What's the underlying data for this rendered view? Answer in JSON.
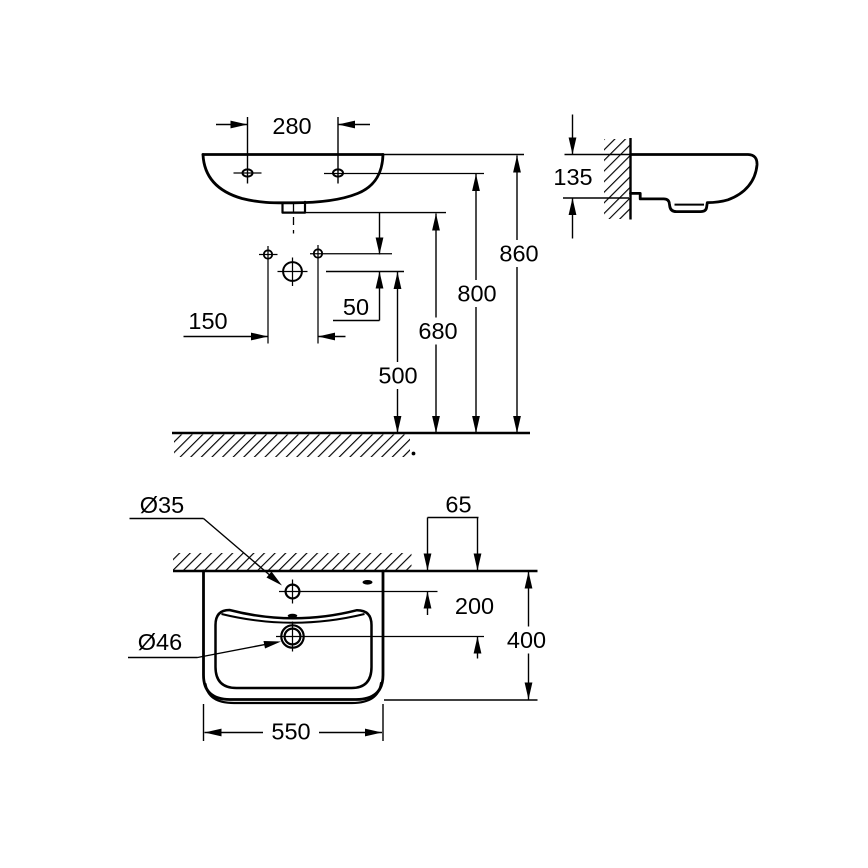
{
  "drawing_labels": {
    "front_view": {
      "bolt_spacing": "280",
      "height_rim": "860",
      "height_bolt_holes": "800",
      "height_basin_bottom": "680",
      "height_drain_outlet": "500",
      "supply_spacing": "150",
      "drain_offset": "50"
    },
    "side_view": {
      "rim_to_bottom": "135"
    },
    "top_view": {
      "faucet_hole_diameter": "Ø35",
      "drain_diameter": "Ø46",
      "faucet_to_wall": "65",
      "drain_to_wall": "200",
      "basin_depth": "400",
      "basin_width": "550"
    }
  },
  "colors": {
    "line": "#000000",
    "background": "#ffffff"
  }
}
